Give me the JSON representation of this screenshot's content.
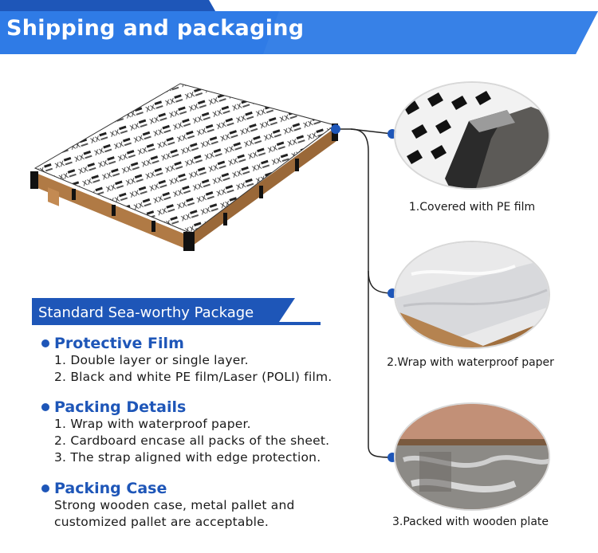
{
  "header": {
    "title": "Shipping and packaging"
  },
  "standard": {
    "title": "Standard Sea-worthy Package"
  },
  "sections": [
    {
      "heading": "Protective Film",
      "lines": [
        "1. Double layer or single layer.",
        "2. Black and white PE film/Laser (POLI) film."
      ]
    },
    {
      "heading": "Packing Details",
      "lines": [
        "1. Wrap with waterproof paper.",
        "2. Cardboard encase all packs of the sheet.",
        "3. The strap aligned with edge protection."
      ]
    },
    {
      "heading": "Packing Case",
      "lines": [
        "Strong wooden case, metal pallet and",
        "customized pallet are acceptable."
      ]
    }
  ],
  "steps": [
    {
      "caption": "1.Covered with PE film"
    },
    {
      "caption": "2.Wrap with waterproof paper"
    },
    {
      "caption": "3.Packed with wooden plate"
    }
  ],
  "colors": {
    "accent": "#1e56b8",
    "banner_light": "#3d86e8"
  }
}
